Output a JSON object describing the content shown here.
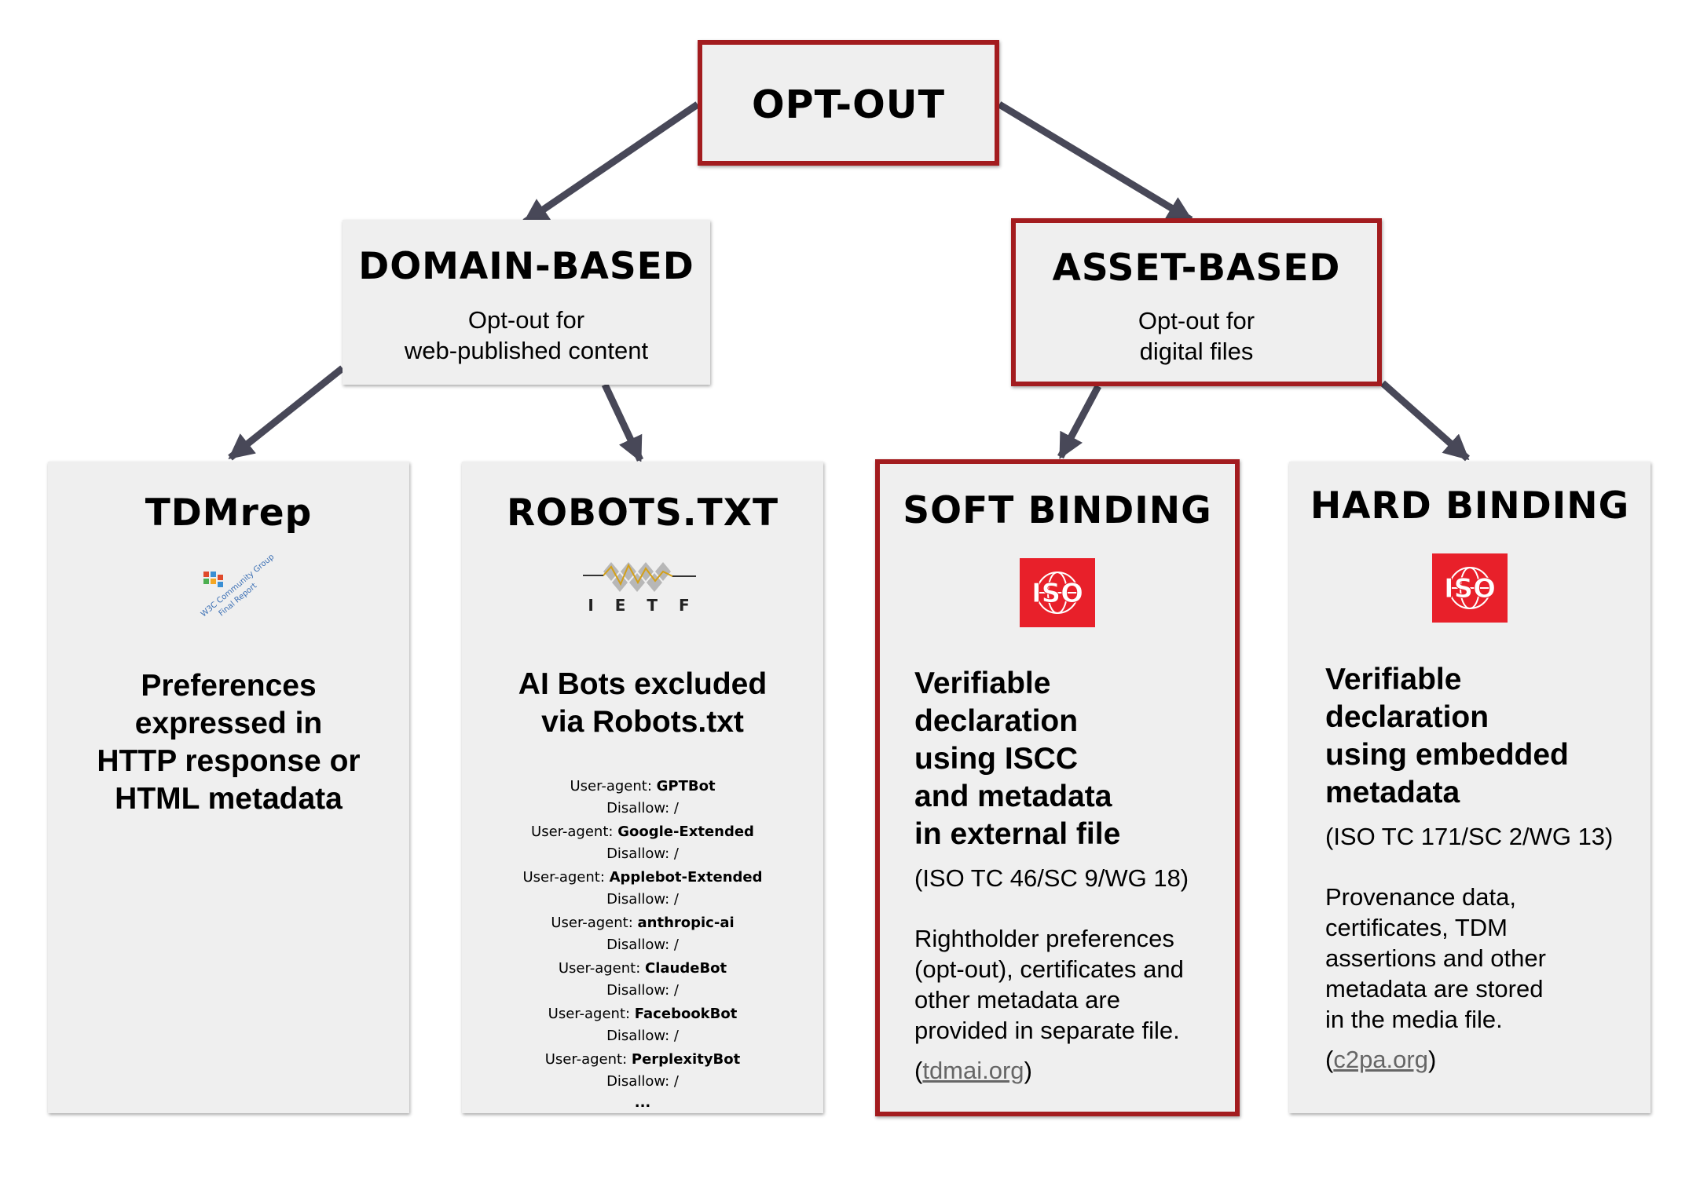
{
  "top": {
    "title": "OPT-OUT"
  },
  "domain": {
    "title": "DOMAIN-BASED",
    "subtitle_line1": "Opt-out for",
    "subtitle_line2": "web-published content"
  },
  "asset": {
    "title": "ASSET-BASED",
    "subtitle_line1": "Opt-out for",
    "subtitle_line2": "digital files"
  },
  "tdmrep": {
    "title": "TDMrep",
    "logo_text_1": "W3C Community Group",
    "logo_text_2": "Final Report",
    "desc_lines": [
      "Preferences",
      "expressed in",
      "HTTP response or",
      "HTML metadata"
    ]
  },
  "robots": {
    "title": "ROBOTS.TXT",
    "logo_text": "I E T F",
    "desc_lines": [
      "AI Bots excluded",
      "via Robots.txt"
    ],
    "ua_prefix": "User-agent: ",
    "disallow": "Disallow: /",
    "agents": [
      "GPTBot",
      "Google-Extended",
      "Applebot-Extended",
      "anthropic-ai",
      "ClaudeBot",
      "FacebookBot",
      "PerplexityBot"
    ],
    "ellipsis": "..."
  },
  "soft": {
    "title": "SOFT BINDING",
    "iso_label": "ISO",
    "decl_lines": [
      "Verifiable",
      "declaration",
      "using ISCC",
      "and metadata",
      "in external file"
    ],
    "standard": "(ISO TC 46/SC 9/WG 18)",
    "desc_lines": [
      "Rightholder preferences",
      "(opt-out), certificates and",
      "other metadata are",
      "provided in separate file."
    ],
    "link_open": "(",
    "link": "tdmai.org",
    "link_close": ")"
  },
  "hard": {
    "title": "HARD BINDING",
    "iso_label": "ISO",
    "decl_lines": [
      "Verifiable",
      "declaration",
      "using embedded",
      "metadata"
    ],
    "standard": "(ISO TC 171/SC 2/WG 13)",
    "desc_lines": [
      "Provenance data,",
      "certificates, TDM",
      "assertions and other",
      "metadata are stored",
      "in the media file."
    ],
    "link_open": "(",
    "link": "c2pa.org",
    "link_close": ")"
  },
  "colors": {
    "border_red": "#a31c1f",
    "box_fill": "#efefef",
    "arrow": "#484858",
    "iso_red": "#e8202a",
    "link_gray": "#666666"
  }
}
